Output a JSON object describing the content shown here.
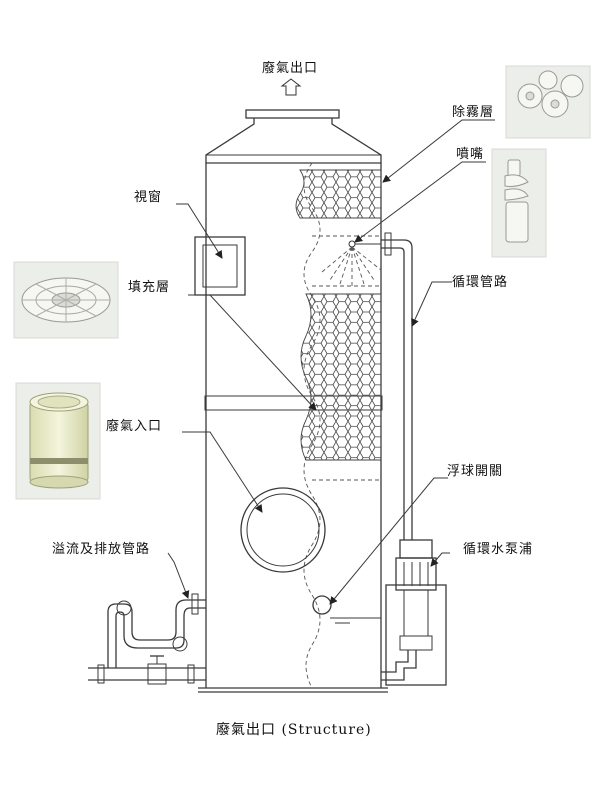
{
  "title": "廢氣出口",
  "caption": "廢氣出口 (Structure)",
  "labels": {
    "mist_layer": "除霧層",
    "nozzle": "噴嘴",
    "window": "視窗",
    "packing_layer": "填充層",
    "circulation_pipe": "循環管路",
    "gas_inlet": "廢氣入口",
    "float_switch": "浮球開關",
    "overflow_pipe": "溢流及排放管路",
    "pump": "循環水泵浦"
  },
  "colors": {
    "line": "#3a3a3a",
    "photo_bg": "#eceeea",
    "part_white": "#f6f6f2",
    "cylinder": "#e9ecc8"
  }
}
